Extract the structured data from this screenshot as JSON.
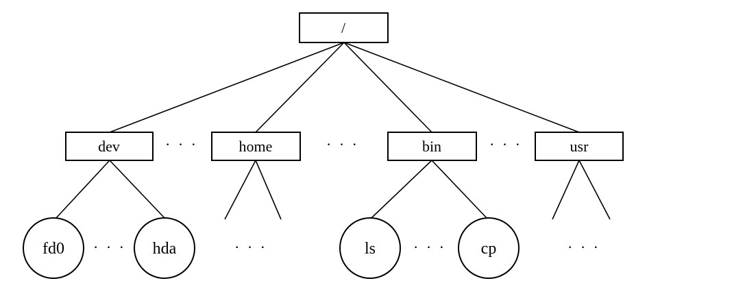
{
  "root": {
    "label": "/"
  },
  "dirs": [
    {
      "label": "dev"
    },
    {
      "label": "home"
    },
    {
      "label": "bin"
    },
    {
      "label": "usr"
    }
  ],
  "files": [
    {
      "label": "fd0"
    },
    {
      "label": "hda"
    },
    {
      "label": "ls"
    },
    {
      "label": "cp"
    }
  ],
  "ellipsis": "· · ·"
}
